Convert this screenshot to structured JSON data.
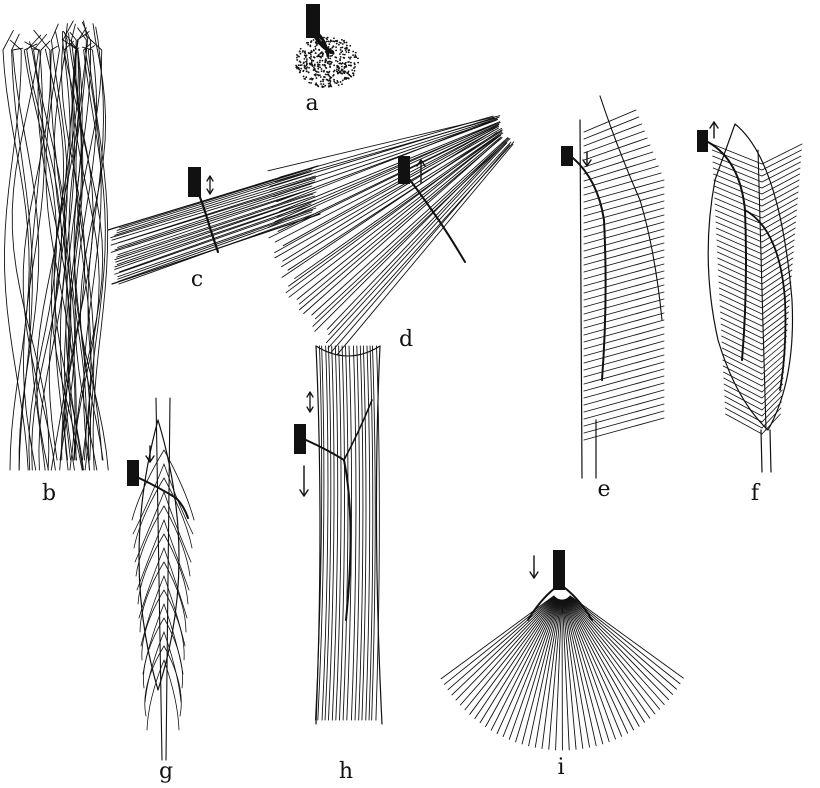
{
  "figure": {
    "ink_color": "#111111",
    "background_color": "#ffffff",
    "panels": [
      {
        "id": "a",
        "label": "a",
        "name": "nerve-ending-spot"
      },
      {
        "id": "b",
        "label": "b",
        "name": "parallel-fibre-strands"
      },
      {
        "id": "c",
        "label": "c",
        "name": "parallel-muscle-band"
      },
      {
        "id": "d",
        "label": "d",
        "name": "fan-shaped-muscle-fragment"
      },
      {
        "id": "e",
        "label": "e",
        "name": "unipennate-muscle"
      },
      {
        "id": "f",
        "label": "f",
        "name": "bipennate-muscle"
      },
      {
        "id": "g",
        "label": "g",
        "name": "fusiform-muscle"
      },
      {
        "id": "h",
        "label": "h",
        "name": "strap-muscle"
      },
      {
        "id": "i",
        "label": "i",
        "name": "fan-muscle"
      }
    ]
  }
}
